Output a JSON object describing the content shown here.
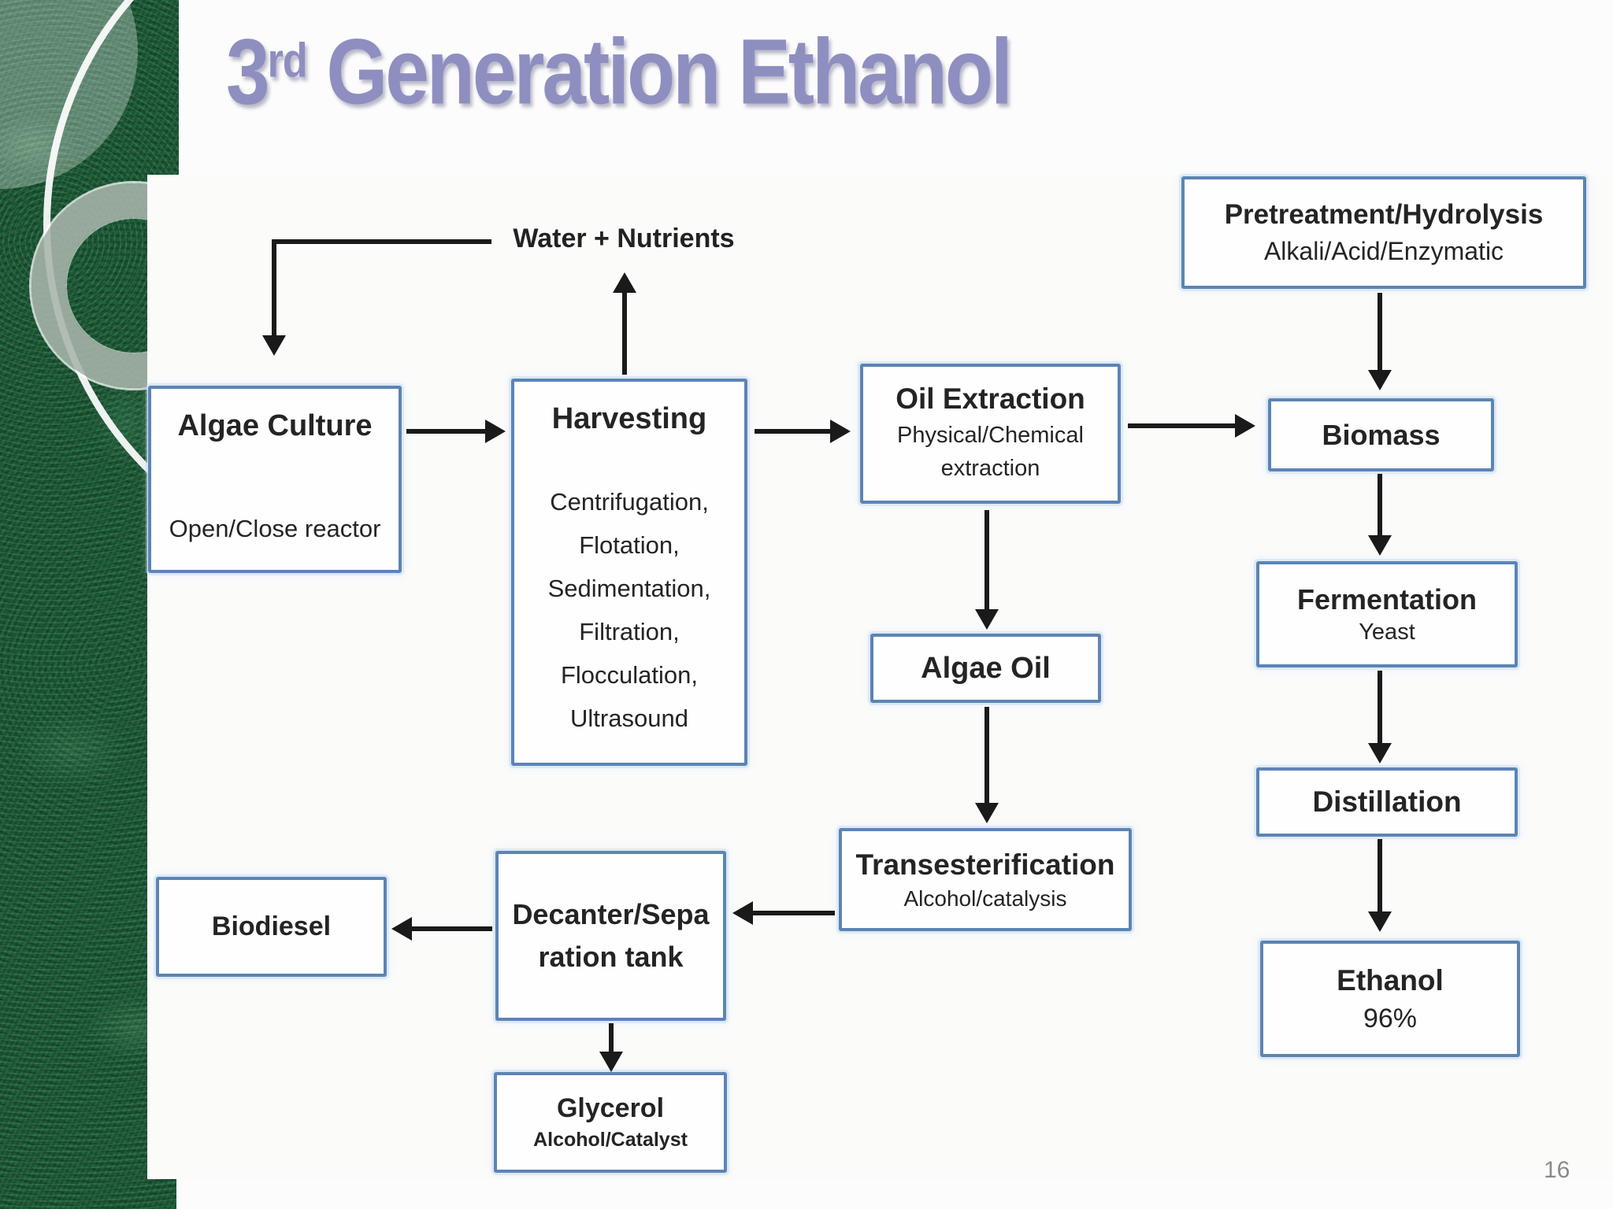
{
  "slide": {
    "title_prefix": "3",
    "title_sup": "rd",
    "title_rest": " Generation Ethanol",
    "page_number": "16"
  },
  "colors": {
    "title": "#8e8fc0",
    "box_border": "#5c84b4",
    "arrow": "#1a1a1a",
    "sidebar_green": "#1b5634"
  },
  "diagram": {
    "water_label": "Water + Nutrients",
    "boxes": {
      "algae_culture": {
        "title": "Algae Culture",
        "subtitle": "Open/Close reactor"
      },
      "harvesting": {
        "title": "Harvesting",
        "lines": [
          "Centrifugation,",
          "Flotation,",
          "Sedimentation,",
          "Filtration,",
          "Flocculation,",
          "Ultrasound"
        ]
      },
      "oil_extraction": {
        "title": "Oil Extraction",
        "subtitle": "Physical/Chemical extraction"
      },
      "pretreatment": {
        "title": "Pretreatment/Hydrolysis",
        "subtitle": "Alkali/Acid/Enzymatic"
      },
      "biomass": {
        "title": "Biomass"
      },
      "fermentation": {
        "title": "Fermentation",
        "subtitle": "Yeast"
      },
      "distillation": {
        "title": "Distillation"
      },
      "ethanol": {
        "title": "Ethanol",
        "subtitle": "96%"
      },
      "algae_oil": {
        "title": "Algae Oil"
      },
      "transesterification": {
        "title": "Transesterification",
        "subtitle": "Alcohol/catalysis"
      },
      "decanter": {
        "line1": "Decanter/Sepa",
        "line2": "ration tank"
      },
      "biodiesel": {
        "title": "Biodiesel"
      },
      "glycerol": {
        "title": "Glycerol",
        "subtitle": "Alcohol/Catalyst"
      }
    },
    "flow_edges": [
      "Water + Nutrients -> Algae Culture",
      "Harvesting -> Water + Nutrients",
      "Algae Culture -> Harvesting",
      "Harvesting -> Oil Extraction",
      "Oil Extraction -> Biomass",
      "Pretreatment/Hydrolysis -> Biomass",
      "Biomass -> Fermentation",
      "Fermentation -> Distillation",
      "Distillation -> Ethanol",
      "Oil Extraction -> Algae Oil",
      "Algae Oil -> Transesterification",
      "Transesterification -> Decanter/Separation tank",
      "Decanter/Separation tank -> Biodiesel",
      "Decanter/Separation tank -> Glycerol"
    ]
  }
}
